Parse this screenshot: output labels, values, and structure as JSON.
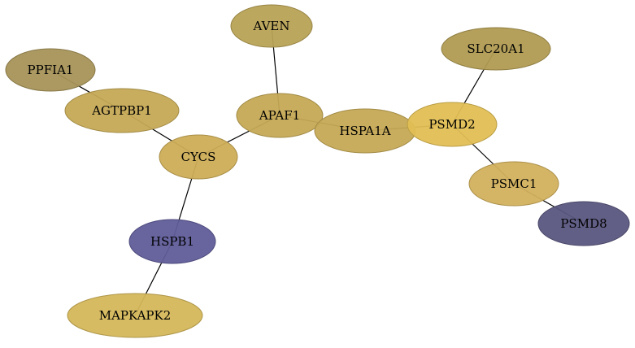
{
  "nodes": [
    {
      "id": "AVEN",
      "label": "AVEN",
      "color": "#b8a255"
    },
    {
      "id": "PPFIA1",
      "label": "PPFIA1",
      "color": "#a69458"
    },
    {
      "id": "AGTPBP1",
      "label": "AGTPBP1",
      "color": "#c5a955"
    },
    {
      "id": "APAF1",
      "label": "APAF1",
      "color": "#c5a955"
    },
    {
      "id": "SLC20A1",
      "label": "SLC20A1",
      "color": "#b09b52"
    },
    {
      "id": "HSPA1A",
      "label": "HSPA1A",
      "color": "#c5a955"
    },
    {
      "id": "PSMD2",
      "label": "PSMD2",
      "color": "#e2bf54"
    },
    {
      "id": "CYCS",
      "label": "CYCS",
      "color": "#cdad56"
    },
    {
      "id": "PSMC1",
      "label": "PSMC1",
      "color": "#d2b15d"
    },
    {
      "id": "PSMD8",
      "label": "PSMD8",
      "color": "#5a567f"
    },
    {
      "id": "HSPB1",
      "label": "HSPB1",
      "color": "#5f5c99"
    },
    {
      "id": "MAPKAPK2",
      "label": "MAPKAPK2",
      "color": "#d4b75a"
    }
  ],
  "edges": [
    [
      "AVEN",
      "APAF1"
    ],
    [
      "PPFIA1",
      "AGTPBP1"
    ],
    [
      "AGTPBP1",
      "CYCS"
    ],
    [
      "APAF1",
      "CYCS"
    ],
    [
      "APAF1",
      "HSPA1A"
    ],
    [
      "HSPA1A",
      "PSMD2"
    ],
    [
      "SLC20A1",
      "PSMD2"
    ],
    [
      "PSMD2",
      "PSMC1"
    ],
    [
      "PSMC1",
      "PSMD8"
    ],
    [
      "CYCS",
      "HSPB1"
    ],
    [
      "HSPB1",
      "MAPKAPK2"
    ]
  ]
}
